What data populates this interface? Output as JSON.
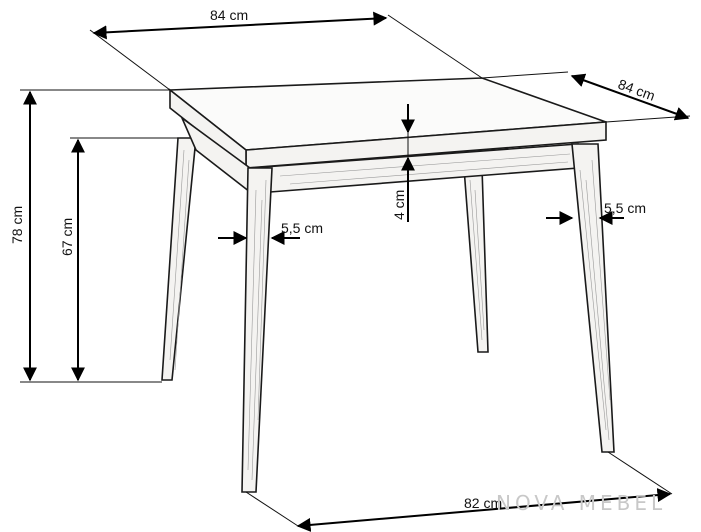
{
  "diagram": {
    "dimensions": {
      "top_width": "84 cm",
      "top_depth": "84 cm",
      "total_height": "78 cm",
      "under_height": "67 cm",
      "top_thickness": "4 cm",
      "leg_width_left": "5,5 cm",
      "leg_width_right": "5,5 cm",
      "base_width": "82 cm"
    },
    "watermark": "NOVA MEBEL",
    "colors": {
      "line": "#111111",
      "table_fill": "#f4f3f1",
      "watermark": "#c8c8c8"
    }
  }
}
